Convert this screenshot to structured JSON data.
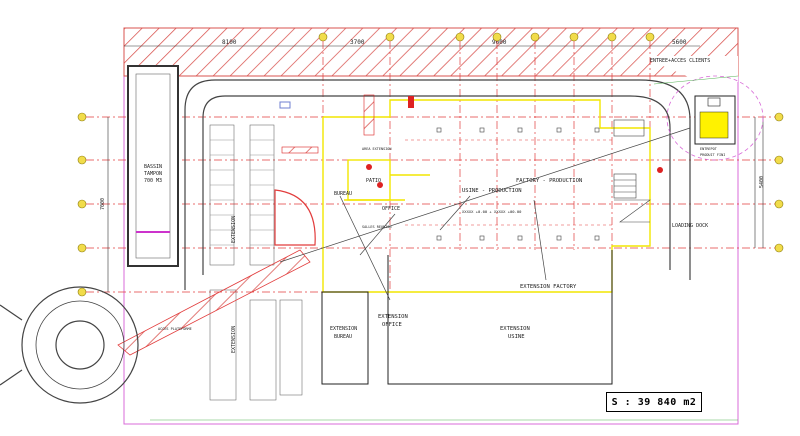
{
  "colors": {
    "gridline": "#e23c3c",
    "gridline_dash": "#d33",
    "hatch": "#d9534f",
    "yellow": "#f2e600",
    "magenta": "#d86bd8",
    "blue": "#6f7fd0",
    "dark": "#333333",
    "green": "#56b356",
    "bubble": "#f1dc4a"
  },
  "top_dimensions": [
    "8100",
    "3700",
    "9600",
    "5600"
  ],
  "side_dimensions": {
    "left": "7000",
    "right": "5400"
  },
  "labels": {
    "bassin": "BASSIN",
    "tampon": "TAMPON",
    "volume": "700 M3",
    "extension_left": "EXTENSION",
    "extension_mid": "EXTENSION",
    "bureau": "BUREAU",
    "patio": "PATIO",
    "office": "OFFICE",
    "factory_production": "FACTORY - PRODUCTION",
    "usine_production": "USINE - PRODUCTION",
    "usine_dims": "XXXXX +0.00 + XXXXX +00.00",
    "extension_factory": "EXTENSION FACTORY",
    "extension_office": "EXTENSION",
    "extension_office_2": "OFFICE",
    "extension_bureau": "EXTENSION",
    "extension_bureau_2": "BUREAU",
    "extension_usine": "EXTENSION",
    "extension_usine_2": "USINE",
    "loading_dock": "LOADING DOCK",
    "north_label": "ENTREE+ACCES CLIENTS",
    "annex_label": "ENTREPOT",
    "annex_label_2": "PRODUIT FINI",
    "small_label_office": "AREA EXTENSION",
    "small_label_bureau": "SALLES REUNION",
    "small_label_road": "ACCES PLATEFORME"
  },
  "area": "S : 39 840 m2"
}
